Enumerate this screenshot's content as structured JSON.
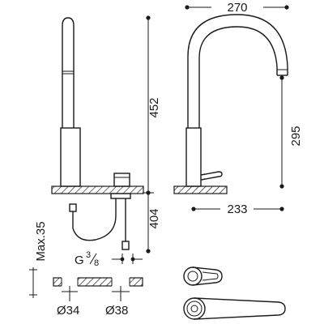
{
  "drawing": {
    "dimensions": {
      "spout_reach": "270",
      "total_height": "452",
      "spout_height": "295",
      "lever_reach": "233",
      "below_deck": "404",
      "max_deck": "Max.35",
      "thread": "G",
      "thread_num": "3",
      "thread_den": "8",
      "hole_small": "Ø34",
      "hole_large": "Ø38"
    }
  }
}
